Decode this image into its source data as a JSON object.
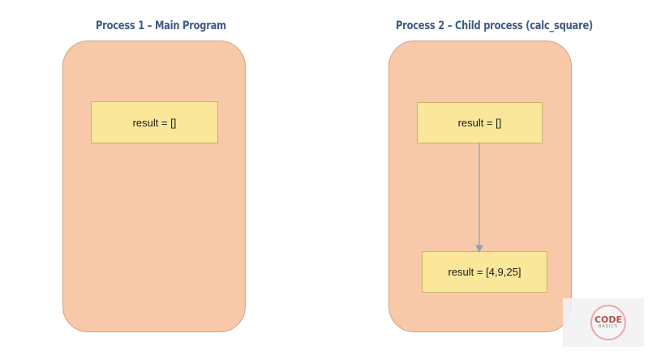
{
  "process1": {
    "title": "Process 1 – Main Program",
    "box_label": "result = []"
  },
  "process2": {
    "title": "Process 2 – Child process (calc_square)",
    "top_box_label": "result = []",
    "bottom_box_label": "result = [4,9,25]"
  },
  "logo": {
    "main": "CODE",
    "sub": "BASICS"
  },
  "colors": {
    "title": "#3f5b82",
    "process_fill": "#f7c9a9",
    "box_fill": "#fbe79a",
    "arrow": "#8aa0c8"
  }
}
